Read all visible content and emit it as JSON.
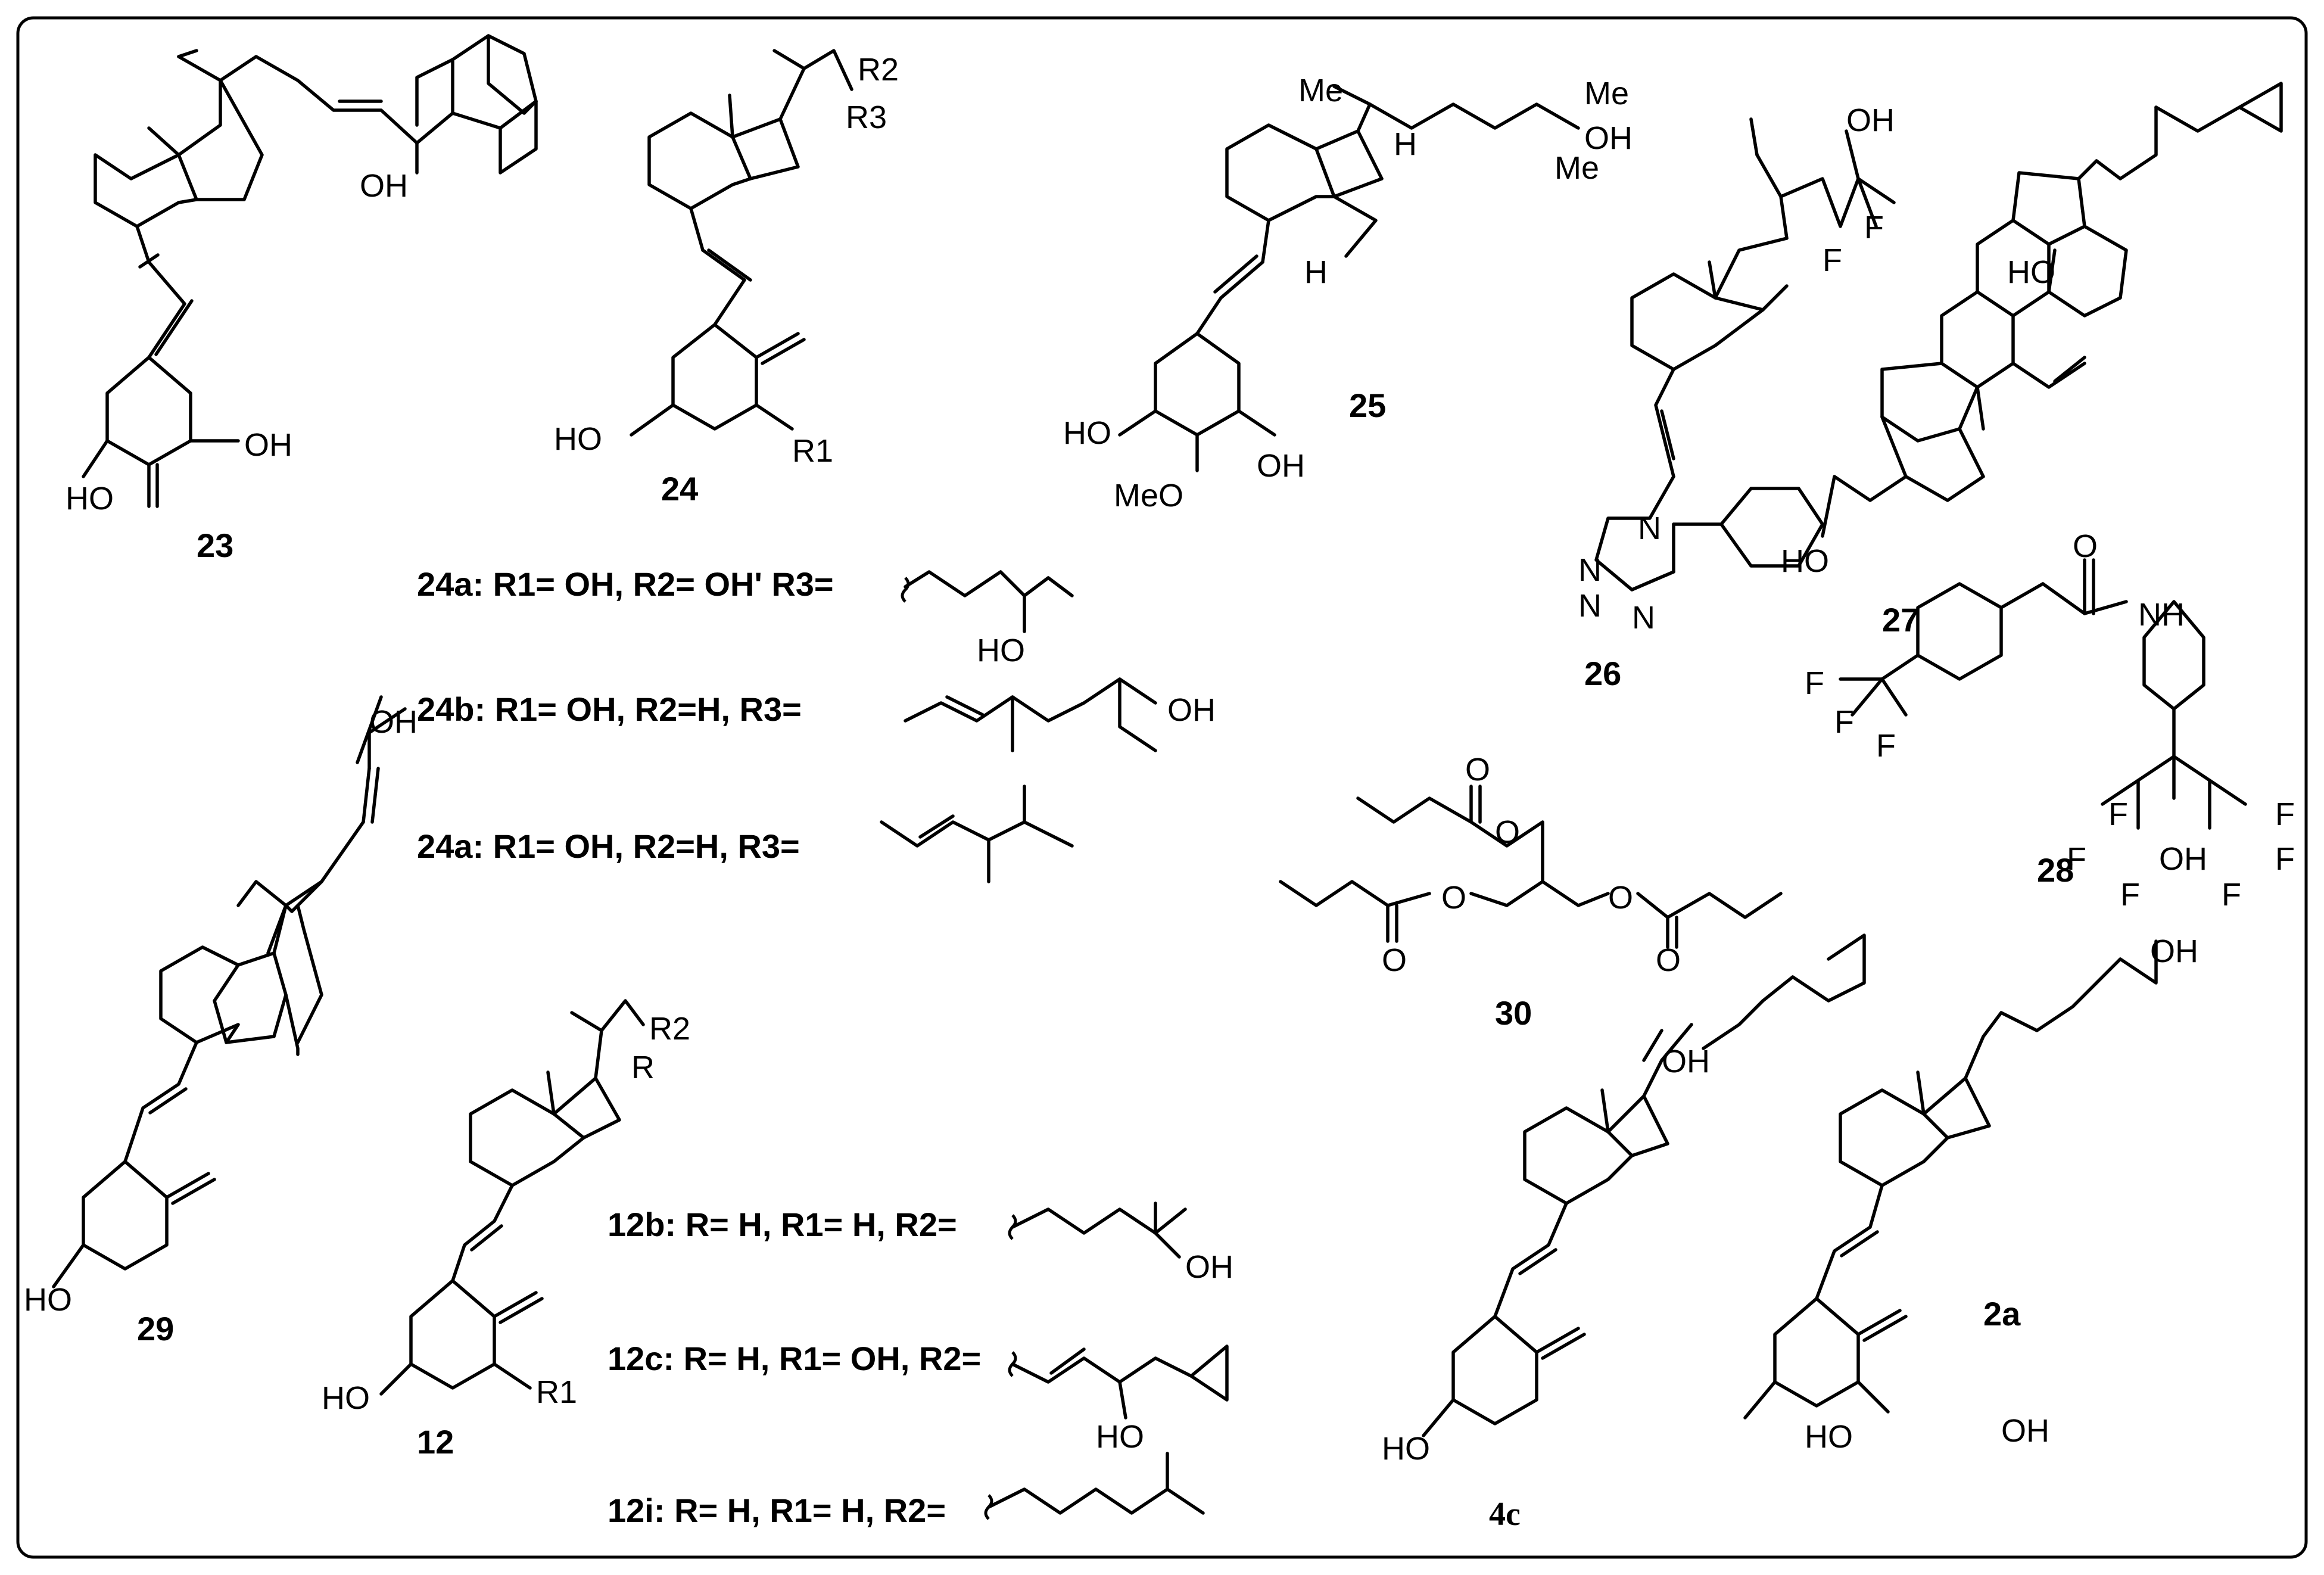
{
  "compounds": [
    {
      "id": "23",
      "atoms": [
        "OH",
        "OH",
        "HO"
      ]
    },
    {
      "id": "24",
      "atoms": [
        "HO",
        "R1",
        "R2",
        "R3"
      ]
    },
    {
      "id": "25",
      "atoms": [
        "Me",
        "Me",
        "OH",
        "Me",
        "H",
        "H",
        "HO",
        "OH",
        "MeO"
      ]
    },
    {
      "id": "26",
      "atoms": [
        "OH",
        "F",
        "F",
        "N",
        "N",
        "N",
        "N"
      ]
    },
    {
      "id": "27",
      "atoms": [
        "HO",
        "HO"
      ]
    },
    {
      "id": "28",
      "atoms": [
        "O",
        "NH",
        "F",
        "F",
        "F",
        "F",
        "F",
        "F",
        "F",
        "F",
        "F",
        "OH"
      ]
    },
    {
      "id": "29",
      "atoms": [
        "OH",
        "HO"
      ]
    },
    {
      "id": "30",
      "atoms": [
        "O",
        "O",
        "O",
        "O",
        "O",
        "O"
      ]
    },
    {
      "id": "12",
      "atoms": [
        "R2",
        "R",
        "HO",
        "R1"
      ]
    },
    {
      "id": "4c",
      "atoms": [
        "OH",
        "HO"
      ]
    },
    {
      "id": "2a",
      "atoms": [
        "OH",
        "HO",
        "OH"
      ]
    }
  ],
  "substituent_rows": [
    {
      "label": "24a",
      "text": ": R1= OH, R2= OH' R3=",
      "atoms": [
        "HO"
      ]
    },
    {
      "label": "24b",
      "text": ": R1= OH, R2=H, R3=",
      "atoms": [
        "OH"
      ]
    },
    {
      "label": "24a",
      "text": ": R1= OH, R2=H, R3=",
      "atoms": []
    },
    {
      "label": "12b",
      "text": ": R= H, R1= H, R2=",
      "atoms": [
        "OH"
      ]
    },
    {
      "label": "12c",
      "text": ": R= H, R1= OH, R2=",
      "atoms": [
        "HO"
      ]
    },
    {
      "label": "12i",
      "text": ": R= H, R1= H, R2=",
      "atoms": []
    }
  ]
}
